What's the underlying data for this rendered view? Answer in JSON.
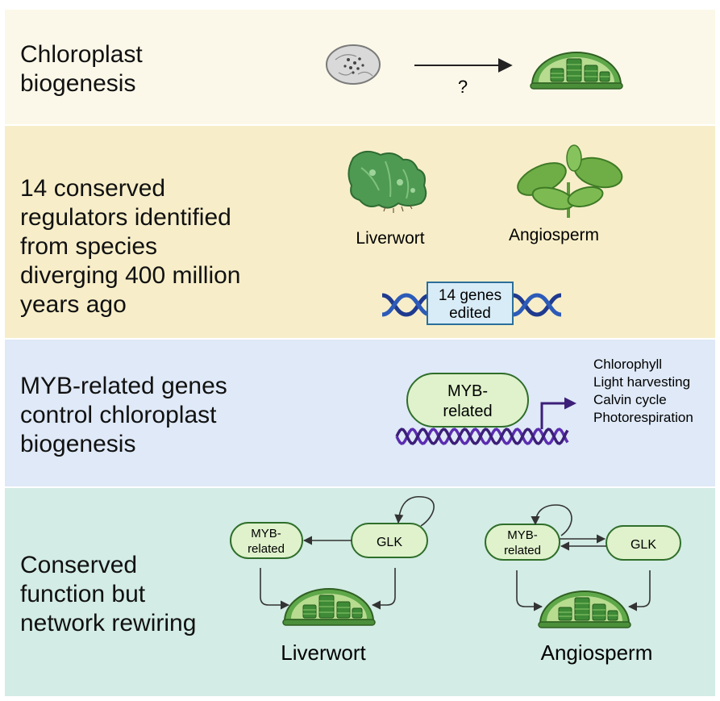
{
  "panels": {
    "p1": {
      "title_lines": [
        "Chloroplast",
        "biogenesis"
      ],
      "arrow_label": "?"
    },
    "p2": {
      "title_lines": [
        "14 conserved",
        "regulators identified",
        "from species",
        "diverging 400 million",
        "years ago"
      ],
      "species": [
        "Liverwort",
        "Angiosperm"
      ],
      "dna_box_lines": [
        "14 genes",
        "edited"
      ]
    },
    "p3": {
      "title_lines": [
        "MYB-related genes",
        "control chloroplast",
        "biogenesis"
      ],
      "factor_lines": [
        "MYB-",
        "related"
      ],
      "targets": [
        "Chlorophyll",
        "Light harvesting",
        "Calvin cycle",
        "Photorespiration"
      ]
    },
    "p4": {
      "title_lines": [
        "Conserved",
        "function but",
        "network rewiring"
      ],
      "liverwort": {
        "myb_lines": [
          "MYB-",
          "related"
        ],
        "glk": "GLK",
        "label": "Liverwort"
      },
      "angiosperm": {
        "myb_lines": [
          "MYB-",
          "related"
        ],
        "glk": "GLK",
        "label": "Angiosperm"
      }
    }
  },
  "colors": {
    "panel1_bg": "#fbf8e9",
    "panel2_bg": "#f7eec9",
    "panel3_bg": "#dfe9f7",
    "panel4_bg": "#d3ece5",
    "node_fill": "#dff2cc",
    "node_stroke": "#2f6e2a",
    "dna_blue": "#1f3a8f",
    "dna_purple": "#5b2db0",
    "dna_box_fill": "#d8ecf7",
    "dna_box_stroke": "#2c6e9b",
    "promoter_arrow": "#3c1f78"
  }
}
